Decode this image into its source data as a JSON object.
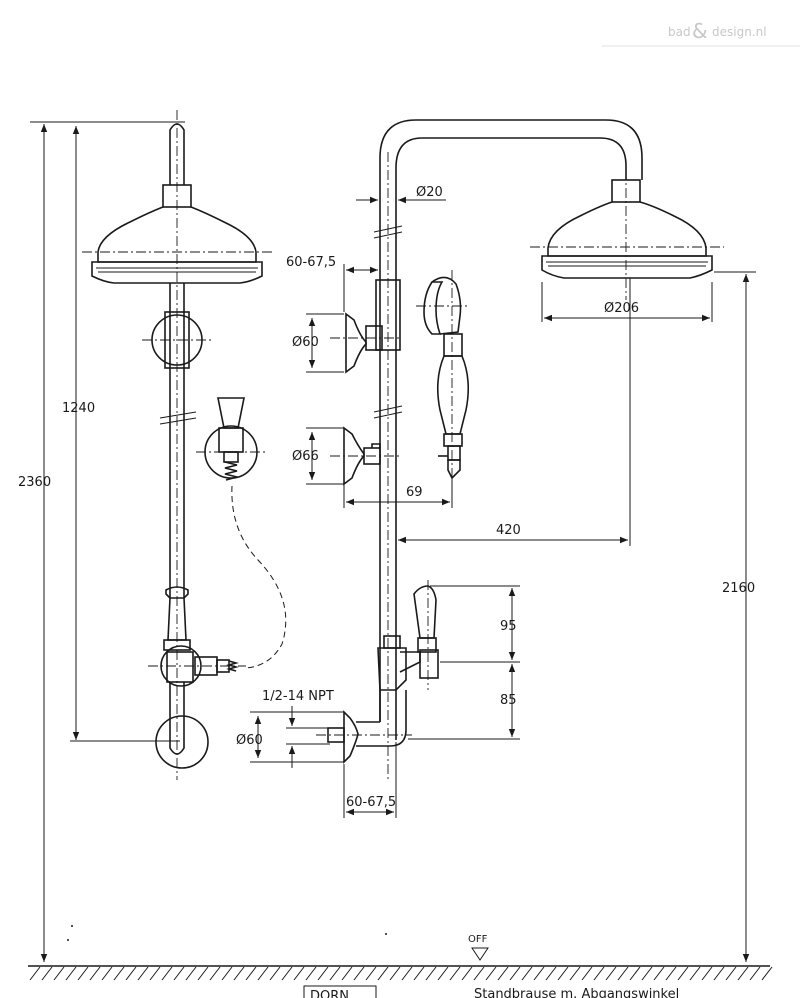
{
  "watermark": {
    "left": "bad",
    "amp": "&",
    "right": "design.nl"
  },
  "dimensions": {
    "total_height": "2360",
    "mixer_height": "1240",
    "head_height": "2160",
    "outreach": "420",
    "pipe_dia": "Ø20",
    "head_dia": "Ø206",
    "rose_dia_upper": "Ø60",
    "rose_dia_middle": "Ø66",
    "rose_dia_lower": "Ø60",
    "offset_upper": "60-67,5",
    "offset_lower": "60-67,5",
    "holder_offset": "69",
    "handle_height": "95",
    "inlet_height": "85",
    "thread": "1/2-14 NPT"
  },
  "floor_label": "OFF",
  "brand_box": "DORN",
  "title_text": "Standbrause m. Abgangswinkel"
}
